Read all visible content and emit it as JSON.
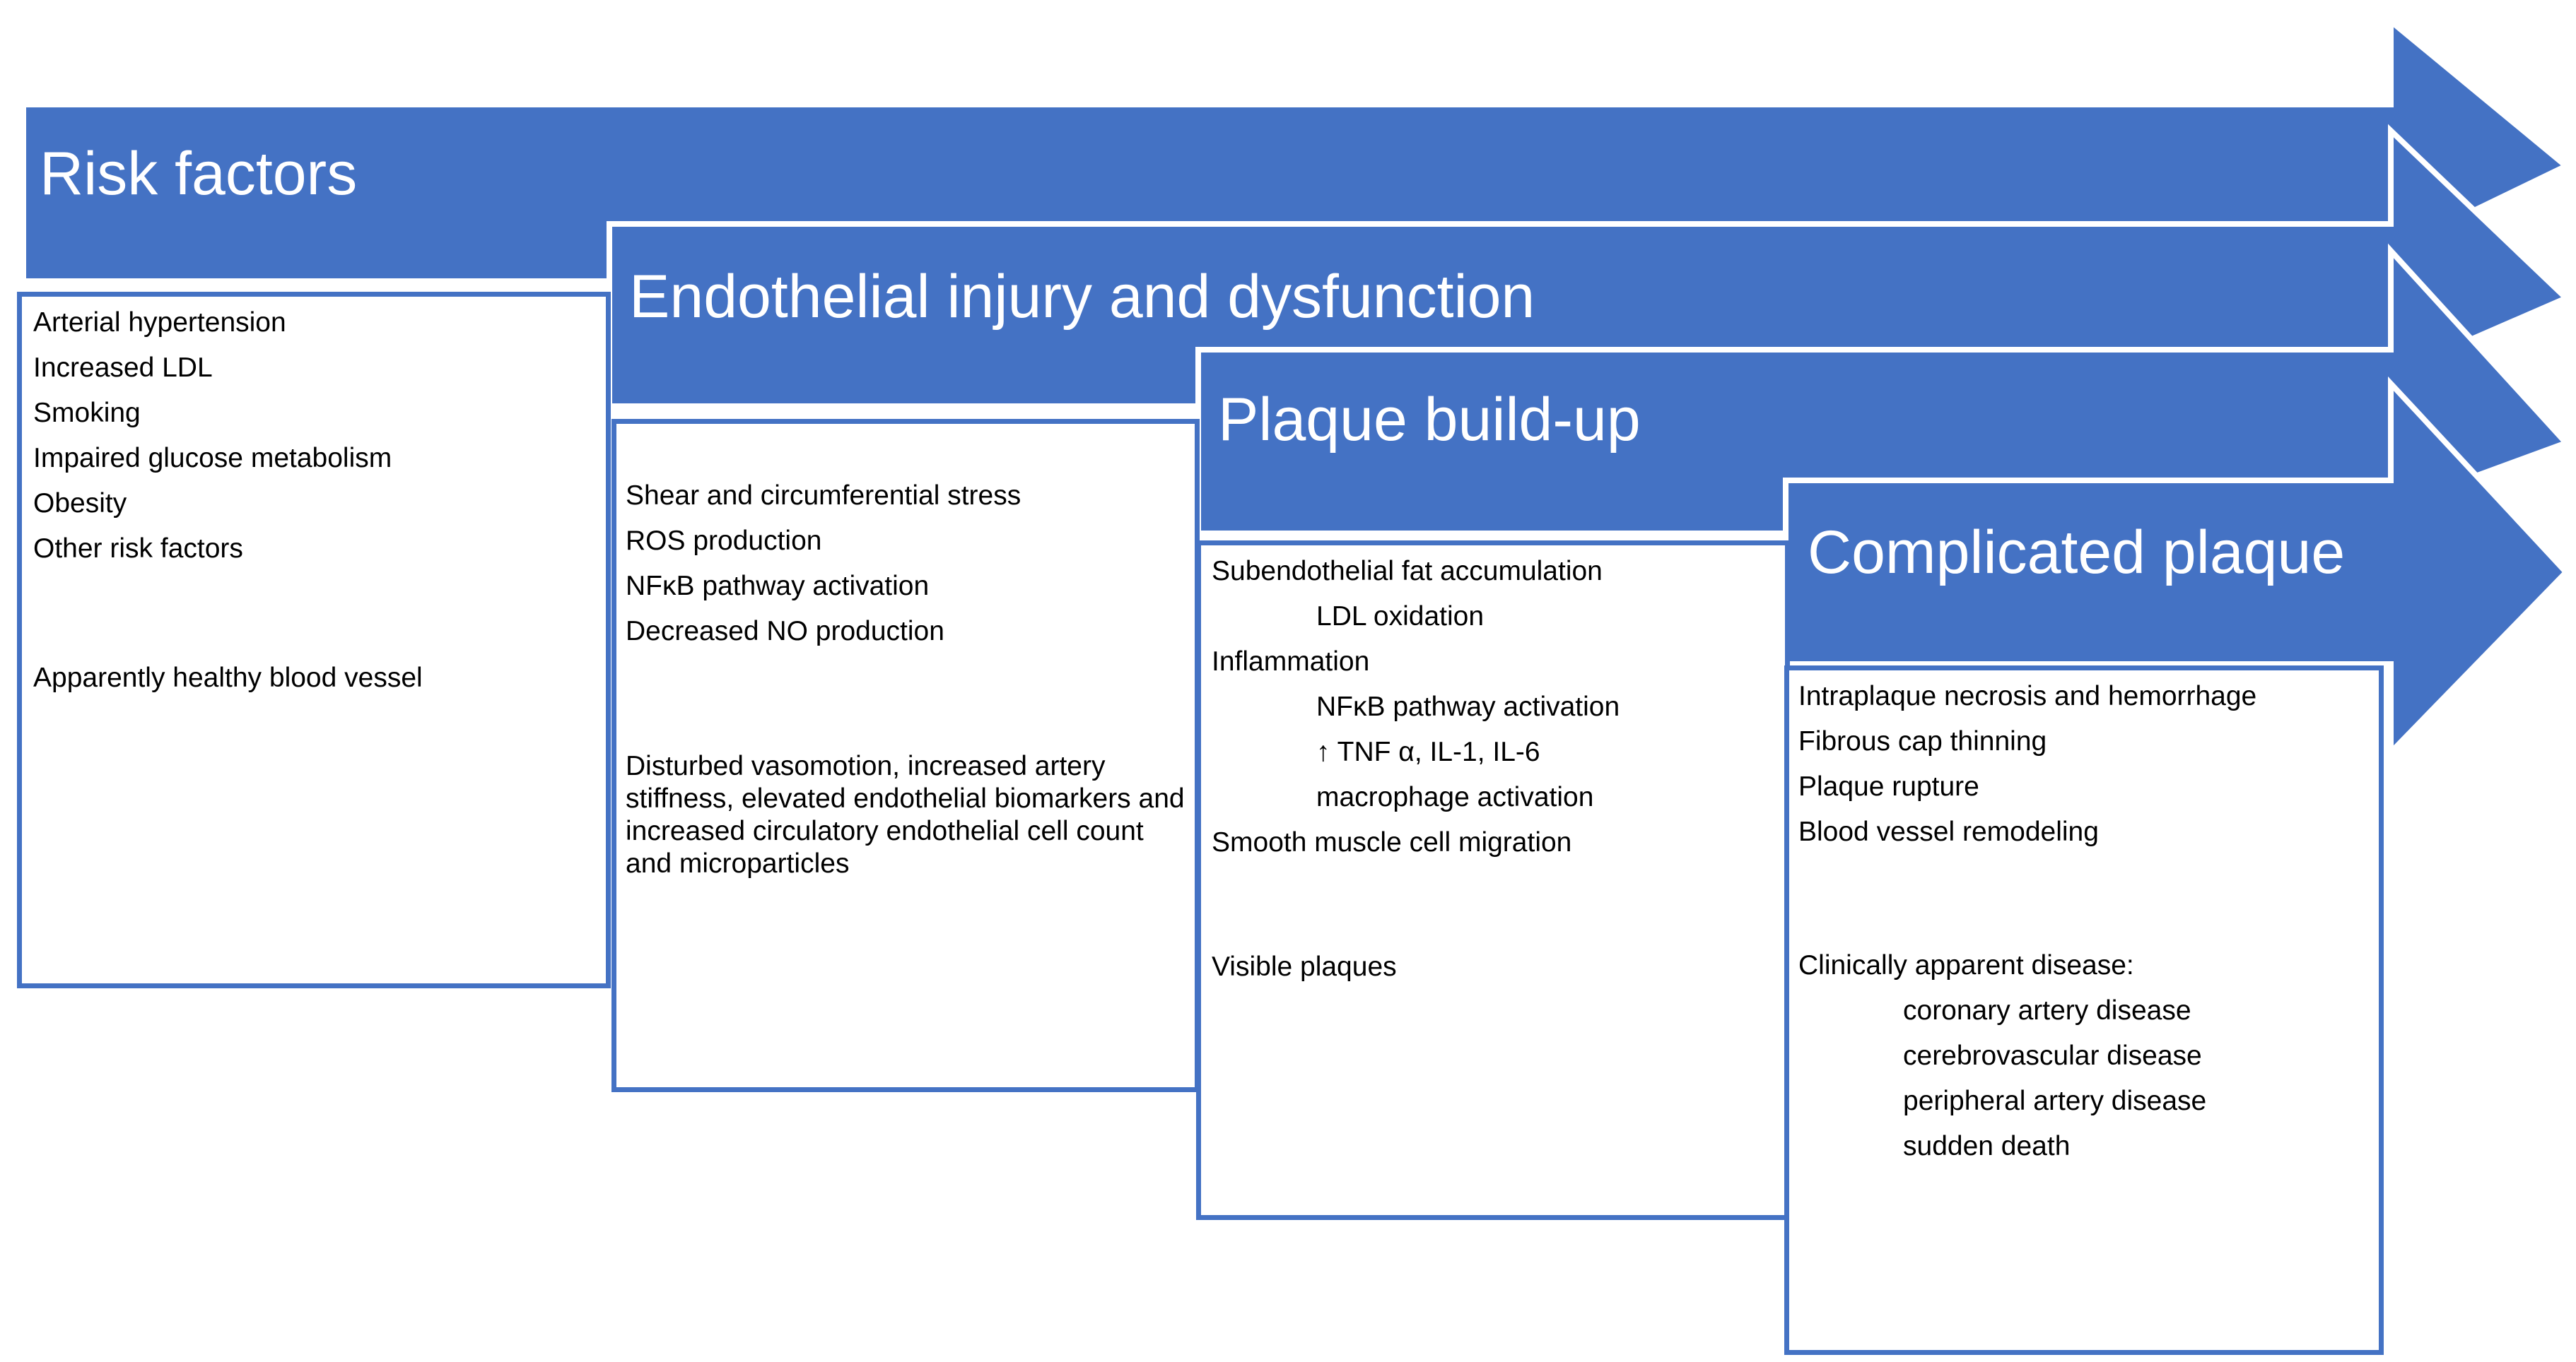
{
  "colors": {
    "arrow_fill": "#4472C4",
    "arrow_outline": "#ffffff",
    "box_border": "#4472C4",
    "text": "#000000",
    "title_text": "#ffffff"
  },
  "stages": [
    {
      "title": "Risk factors",
      "items": [
        {
          "text": "Arterial hypertension",
          "indent": false
        },
        {
          "text": "Increased LDL",
          "indent": false
        },
        {
          "text": "Smoking",
          "indent": false
        },
        {
          "text": "Impaired glucose metabolism",
          "indent": false
        },
        {
          "text": "Obesity",
          "indent": false
        },
        {
          "text": "Other risk factors",
          "indent": false
        }
      ],
      "note": "Apparently healthy blood vessel"
    },
    {
      "title": "Endothelial injury and dysfunction",
      "items": [
        {
          "text": "Shear and circumferential stress",
          "indent": false
        },
        {
          "text": "ROS production",
          "indent": false
        },
        {
          "text": "NFκB pathway activation",
          "indent": false
        },
        {
          "text": "Decreased NO production",
          "indent": false
        }
      ],
      "note": "Disturbed vasomotion, increased artery stiffness, elevated endothelial biomarkers and increased circulatory endothelial cell count and microparticles"
    },
    {
      "title": "Plaque build-up",
      "items": [
        {
          "text": "Subendothelial fat accumulation",
          "indent": false
        },
        {
          "text": "LDL oxidation",
          "indent": true
        },
        {
          "text": "Inflammation",
          "indent": false
        },
        {
          "text": "NFκB pathway activation",
          "indent": true
        },
        {
          "text": "↑ TNF α, IL-1, IL-6",
          "indent": true
        },
        {
          "text": "macrophage activation",
          "indent": true
        },
        {
          "text": "Smooth muscle cell migration",
          "indent": false
        }
      ],
      "note": "Visible plaques"
    },
    {
      "title": "Complicated plaque",
      "items": [
        {
          "text": "Intraplaque necrosis and hemorrhage",
          "indent": false
        },
        {
          "text": "Fibrous cap thinning",
          "indent": false
        },
        {
          "text": "Plaque rupture",
          "indent": false
        },
        {
          "text": "Blood vessel remodeling",
          "indent": false
        }
      ],
      "note": "Clinically apparent disease:",
      "note_items": [
        "coronary artery disease",
        "cerebrovascular disease",
        "peripheral artery disease",
        "sudden death"
      ]
    }
  ]
}
